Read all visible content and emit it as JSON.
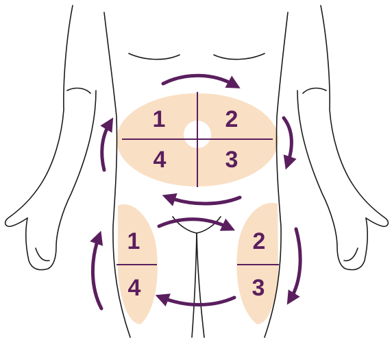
{
  "colors": {
    "zone_fill": "#f9dfc4",
    "accent": "#5a1e5e",
    "outline": "#1a1a1a"
  },
  "abdomen": {
    "quadrants": [
      "1",
      "2",
      "3",
      "4"
    ]
  },
  "left_thigh": {
    "sections": [
      "1",
      "4"
    ]
  },
  "right_thigh": {
    "sections": [
      "2",
      "3"
    ]
  },
  "rotation": "clockwise"
}
